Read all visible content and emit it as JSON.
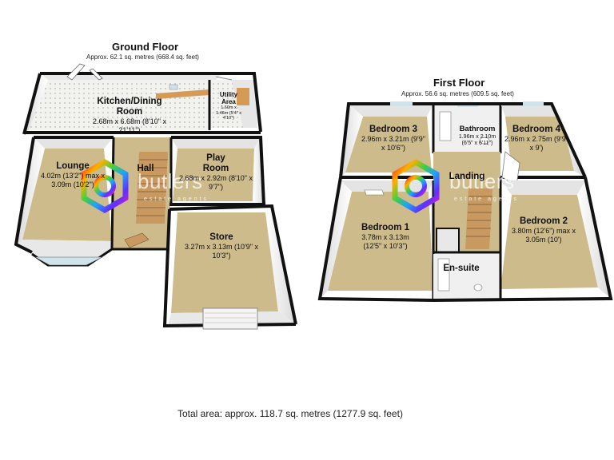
{
  "ground_floor": {
    "title": "Ground Floor",
    "area": "Approx. 62.1 sq. metres (668.4 sq. feet)",
    "rooms": [
      {
        "name": "Kitchen/Dining Room",
        "dims": "2.68m x 6.68m (8'10\" x 21'11\")"
      },
      {
        "name": "Utility Area",
        "dims": "1.60m x 1.46m (5'4\" x 4'10\")"
      },
      {
        "name": "Lounge",
        "dims": "4.02m (13'2\") max x 3.09m (10'2\")"
      },
      {
        "name": "Hall",
        "dims": ""
      },
      {
        "name": "Play Room",
        "dims": "2.68m x 2.92m (8'10\" x 9'7\")"
      },
      {
        "name": "Store",
        "dims": "3.27m x 3.13m (10'9\" x 10'3\")"
      }
    ]
  },
  "first_floor": {
    "title": "First Floor",
    "area": "Approx. 56.6 sq. metres (609.5 sq. feet)",
    "rooms": [
      {
        "name": "Bedroom 3",
        "dims": "2.96m x 3.21m (9'9\" x 10'6\")"
      },
      {
        "name": "Bathroom",
        "dims": "1.96m x 2.10m (6'5\" x 6'11\")"
      },
      {
        "name": "Bedroom 4",
        "dims": "2.96m x 2.75m (9'9\" x 9')"
      },
      {
        "name": "Landing",
        "dims": ""
      },
      {
        "name": "Bedroom 1",
        "dims": "3.78m x 3.13m (12'5\" x 10'3\")"
      },
      {
        "name": "Bedroom 2",
        "dims": "3.80m (12'6\") max x 3.05m (10')"
      },
      {
        "name": "En-suite",
        "dims": ""
      }
    ]
  },
  "total_area": "Total area: approx. 118.7 sq. metres (1277.9 sq. feet)",
  "watermark": {
    "brand": "butlers",
    "tagline": "estate agents"
  },
  "colors": {
    "carpet": "#cdbb8c",
    "tile": "#f1f1ee",
    "wall_top": "#111111",
    "wall_face": "#ffffff",
    "stairs": "#c89a62",
    "counter": "#d59a55",
    "glass": "#cfe3ea"
  }
}
